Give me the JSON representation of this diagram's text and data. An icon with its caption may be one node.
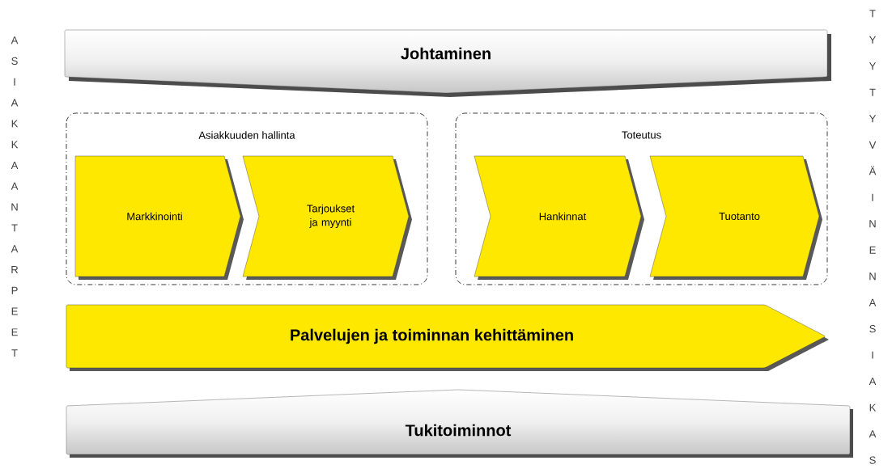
{
  "diagram": {
    "nodes": [
      {
        "text": [
          "Johtaminen"
        ]
      },
      {
        "text": [
          "Asiakkuuden hallinta"
        ]
      },
      {
        "text": [
          "Markkinointi"
        ],
        "in": 1
      },
      {
        "text": [
          "Tarjoukset ja myynti"
        ],
        "in": 1
      },
      {
        "text": [
          "Toteutus"
        ]
      },
      {
        "text": [
          "Hankinnat"
        ],
        "in": 4
      },
      {
        "text": [
          "Tuotanto"
        ],
        "in": 4
      },
      {
        "text": [
          "Palvelujen ja toiminnan kehittäminen"
        ]
      },
      {
        "text": [
          "Tukitoiminnot"
        ]
      }
    ],
    "labels": [
      "ASIAKKAAN TARPEET",
      "TYYTYVÄINEN ASIAKAS"
    ]
  }
}
